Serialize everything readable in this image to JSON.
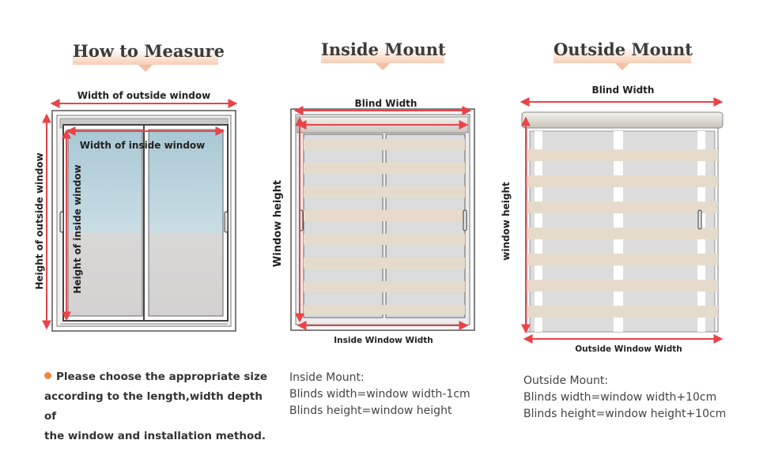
{
  "colors": {
    "arrow": "#e8444a",
    "frame": "#444444",
    "glass_blue": "#b9d2dc",
    "stripe": "#e6dbcb",
    "accent_dot": "#f0883c"
  },
  "sections": {
    "measure": {
      "title": "How to Measure",
      "width_outside": "Width of outside window",
      "width_inside": "Width of inside window",
      "height_outside": "Height of outside window",
      "height_inside": "Height of inside window",
      "note_lines": [
        "Please choose the appropriate size",
        "according to the length,width depth of",
        "the window and installation method."
      ]
    },
    "inside": {
      "title": "Inside Mount",
      "width_label": "Blind Width",
      "height_label": "Window height",
      "bottom_label": "Inside Window Width",
      "spec_lines": [
        "Inside Mount:",
        "Blinds width=window width-1cm",
        "Blinds height=window height"
      ]
    },
    "outside": {
      "title": "Outside Mount",
      "width_label": "Blind Width",
      "height_label": "window height",
      "bottom_label": "Outside Window Width",
      "spec_lines": [
        "Outside Mount:",
        "Blinds width=window width+10cm",
        "Blinds height=window height+10cm"
      ]
    }
  }
}
